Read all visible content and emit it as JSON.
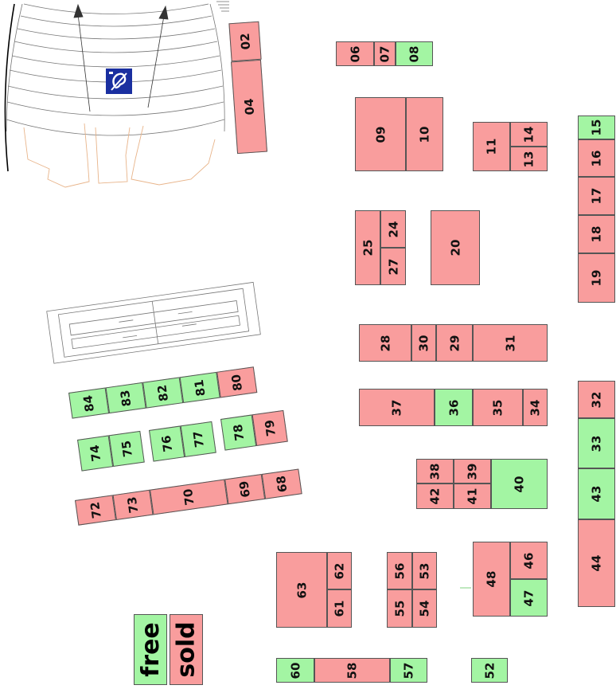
{
  "legend": {
    "free": "free",
    "sold": "sold"
  },
  "colors": {
    "free": "#a3f5a3",
    "sold": "#f99d9d",
    "accessibility": "#1a2fa0"
  },
  "icons": [
    "hearing-loop-icon",
    "door-arrow-icon"
  ],
  "booths": {
    "02": {
      "label": "02",
      "status": "sold"
    },
    "04": {
      "label": "04",
      "status": "sold"
    },
    "06": {
      "label": "06",
      "status": "sold"
    },
    "07": {
      "label": "07",
      "status": "sold"
    },
    "08": {
      "label": "08",
      "status": "free"
    },
    "09": {
      "label": "09",
      "status": "sold"
    },
    "10": {
      "label": "10",
      "status": "sold"
    },
    "11": {
      "label": "11",
      "status": "sold"
    },
    "13": {
      "label": "13",
      "status": "sold"
    },
    "14": {
      "label": "14",
      "status": "sold"
    },
    "15": {
      "label": "15",
      "status": "free"
    },
    "16": {
      "label": "16",
      "status": "sold"
    },
    "17": {
      "label": "17",
      "status": "sold"
    },
    "18": {
      "label": "18",
      "status": "sold"
    },
    "19": {
      "label": "19",
      "status": "sold"
    },
    "20": {
      "label": "20",
      "status": "sold"
    },
    "24": {
      "label": "24",
      "status": "sold"
    },
    "25": {
      "label": "25",
      "status": "sold"
    },
    "27": {
      "label": "27",
      "status": "sold"
    },
    "28": {
      "label": "28",
      "status": "sold"
    },
    "29": {
      "label": "29",
      "status": "sold"
    },
    "30": {
      "label": "30",
      "status": "sold"
    },
    "31": {
      "label": "31",
      "status": "sold"
    },
    "32": {
      "label": "32",
      "status": "sold"
    },
    "33": {
      "label": "33",
      "status": "free"
    },
    "34": {
      "label": "34",
      "status": "sold"
    },
    "35": {
      "label": "35",
      "status": "sold"
    },
    "36": {
      "label": "36",
      "status": "free"
    },
    "37": {
      "label": "37",
      "status": "sold"
    },
    "38": {
      "label": "38",
      "status": "sold"
    },
    "39": {
      "label": "39",
      "status": "sold"
    },
    "40": {
      "label": "40",
      "status": "free"
    },
    "41": {
      "label": "41",
      "status": "sold"
    },
    "42": {
      "label": "42",
      "status": "sold"
    },
    "43": {
      "label": "43",
      "status": "free"
    },
    "44": {
      "label": "44",
      "status": "sold"
    },
    "46": {
      "label": "46",
      "status": "sold"
    },
    "47": {
      "label": "47",
      "status": "free"
    },
    "48": {
      "label": "48",
      "status": "sold"
    },
    "52": {
      "label": "52",
      "status": "free"
    },
    "53": {
      "label": "53",
      "status": "sold"
    },
    "54": {
      "label": "54",
      "status": "sold"
    },
    "55": {
      "label": "55",
      "status": "sold"
    },
    "56": {
      "label": "56",
      "status": "sold"
    },
    "57": {
      "label": "57",
      "status": "free"
    },
    "58": {
      "label": "58",
      "status": "sold"
    },
    "60": {
      "label": "60",
      "status": "free"
    },
    "61": {
      "label": "61",
      "status": "sold"
    },
    "62": {
      "label": "62",
      "status": "sold"
    },
    "63": {
      "label": "63",
      "status": "sold"
    },
    "68": {
      "label": "68",
      "status": "sold"
    },
    "69": {
      "label": "69",
      "status": "sold"
    },
    "70": {
      "label": "70",
      "status": "sold"
    },
    "72": {
      "label": "72",
      "status": "sold"
    },
    "73": {
      "label": "73",
      "status": "sold"
    },
    "74": {
      "label": "74",
      "status": "free"
    },
    "75": {
      "label": "75",
      "status": "free"
    },
    "76": {
      "label": "76",
      "status": "free"
    },
    "77": {
      "label": "77",
      "status": "free"
    },
    "78": {
      "label": "78",
      "status": "free"
    },
    "79": {
      "label": "79",
      "status": "sold"
    },
    "80": {
      "label": "80",
      "status": "sold"
    },
    "81": {
      "label": "81",
      "status": "free"
    },
    "82": {
      "label": "82",
      "status": "free"
    },
    "83": {
      "label": "83",
      "status": "free"
    },
    "84": {
      "label": "84",
      "status": "free"
    }
  }
}
